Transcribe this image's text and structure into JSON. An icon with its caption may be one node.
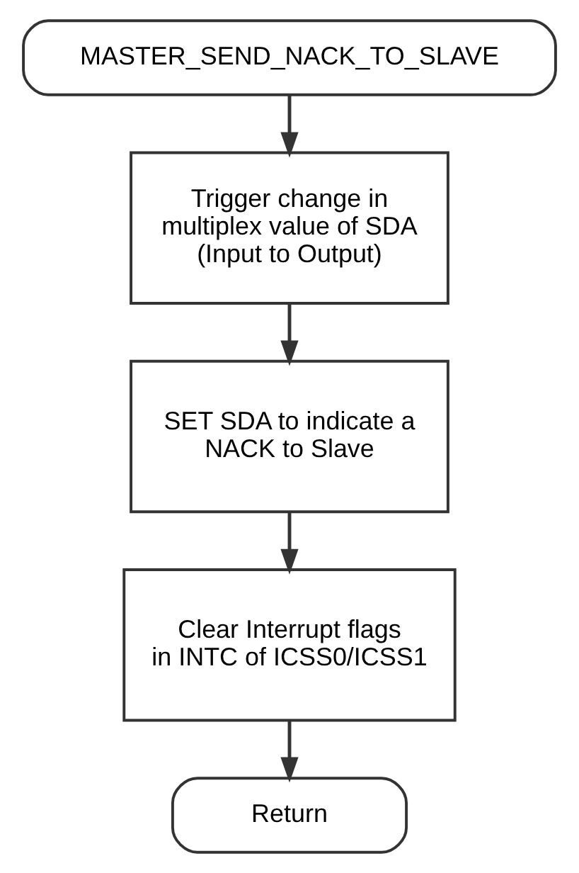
{
  "diagram": {
    "nodes": [
      {
        "text": [
          "MASTER_SEND_NACK_TO_SLAVE"
        ]
      },
      {
        "text": [
          "Trigger change in multiplex value of SDA (Input to Output)"
        ]
      },
      {
        "text": [
          "SET SDA to indicate a NACK to Slave"
        ]
      },
      {
        "text": [
          "Clear Interrupt flags in INTC of ICSS0/ICSS1"
        ]
      },
      {
        "text": [
          "Return"
        ]
      }
    ],
    "edges": [
      {
        "from": 0,
        "to": 1,
        "arrow": "to"
      },
      {
        "from": 1,
        "to": 2,
        "arrow": "to"
      },
      {
        "from": 2,
        "to": 3,
        "arrow": "to"
      },
      {
        "from": 3,
        "to": 4,
        "arrow": "to"
      }
    ]
  }
}
